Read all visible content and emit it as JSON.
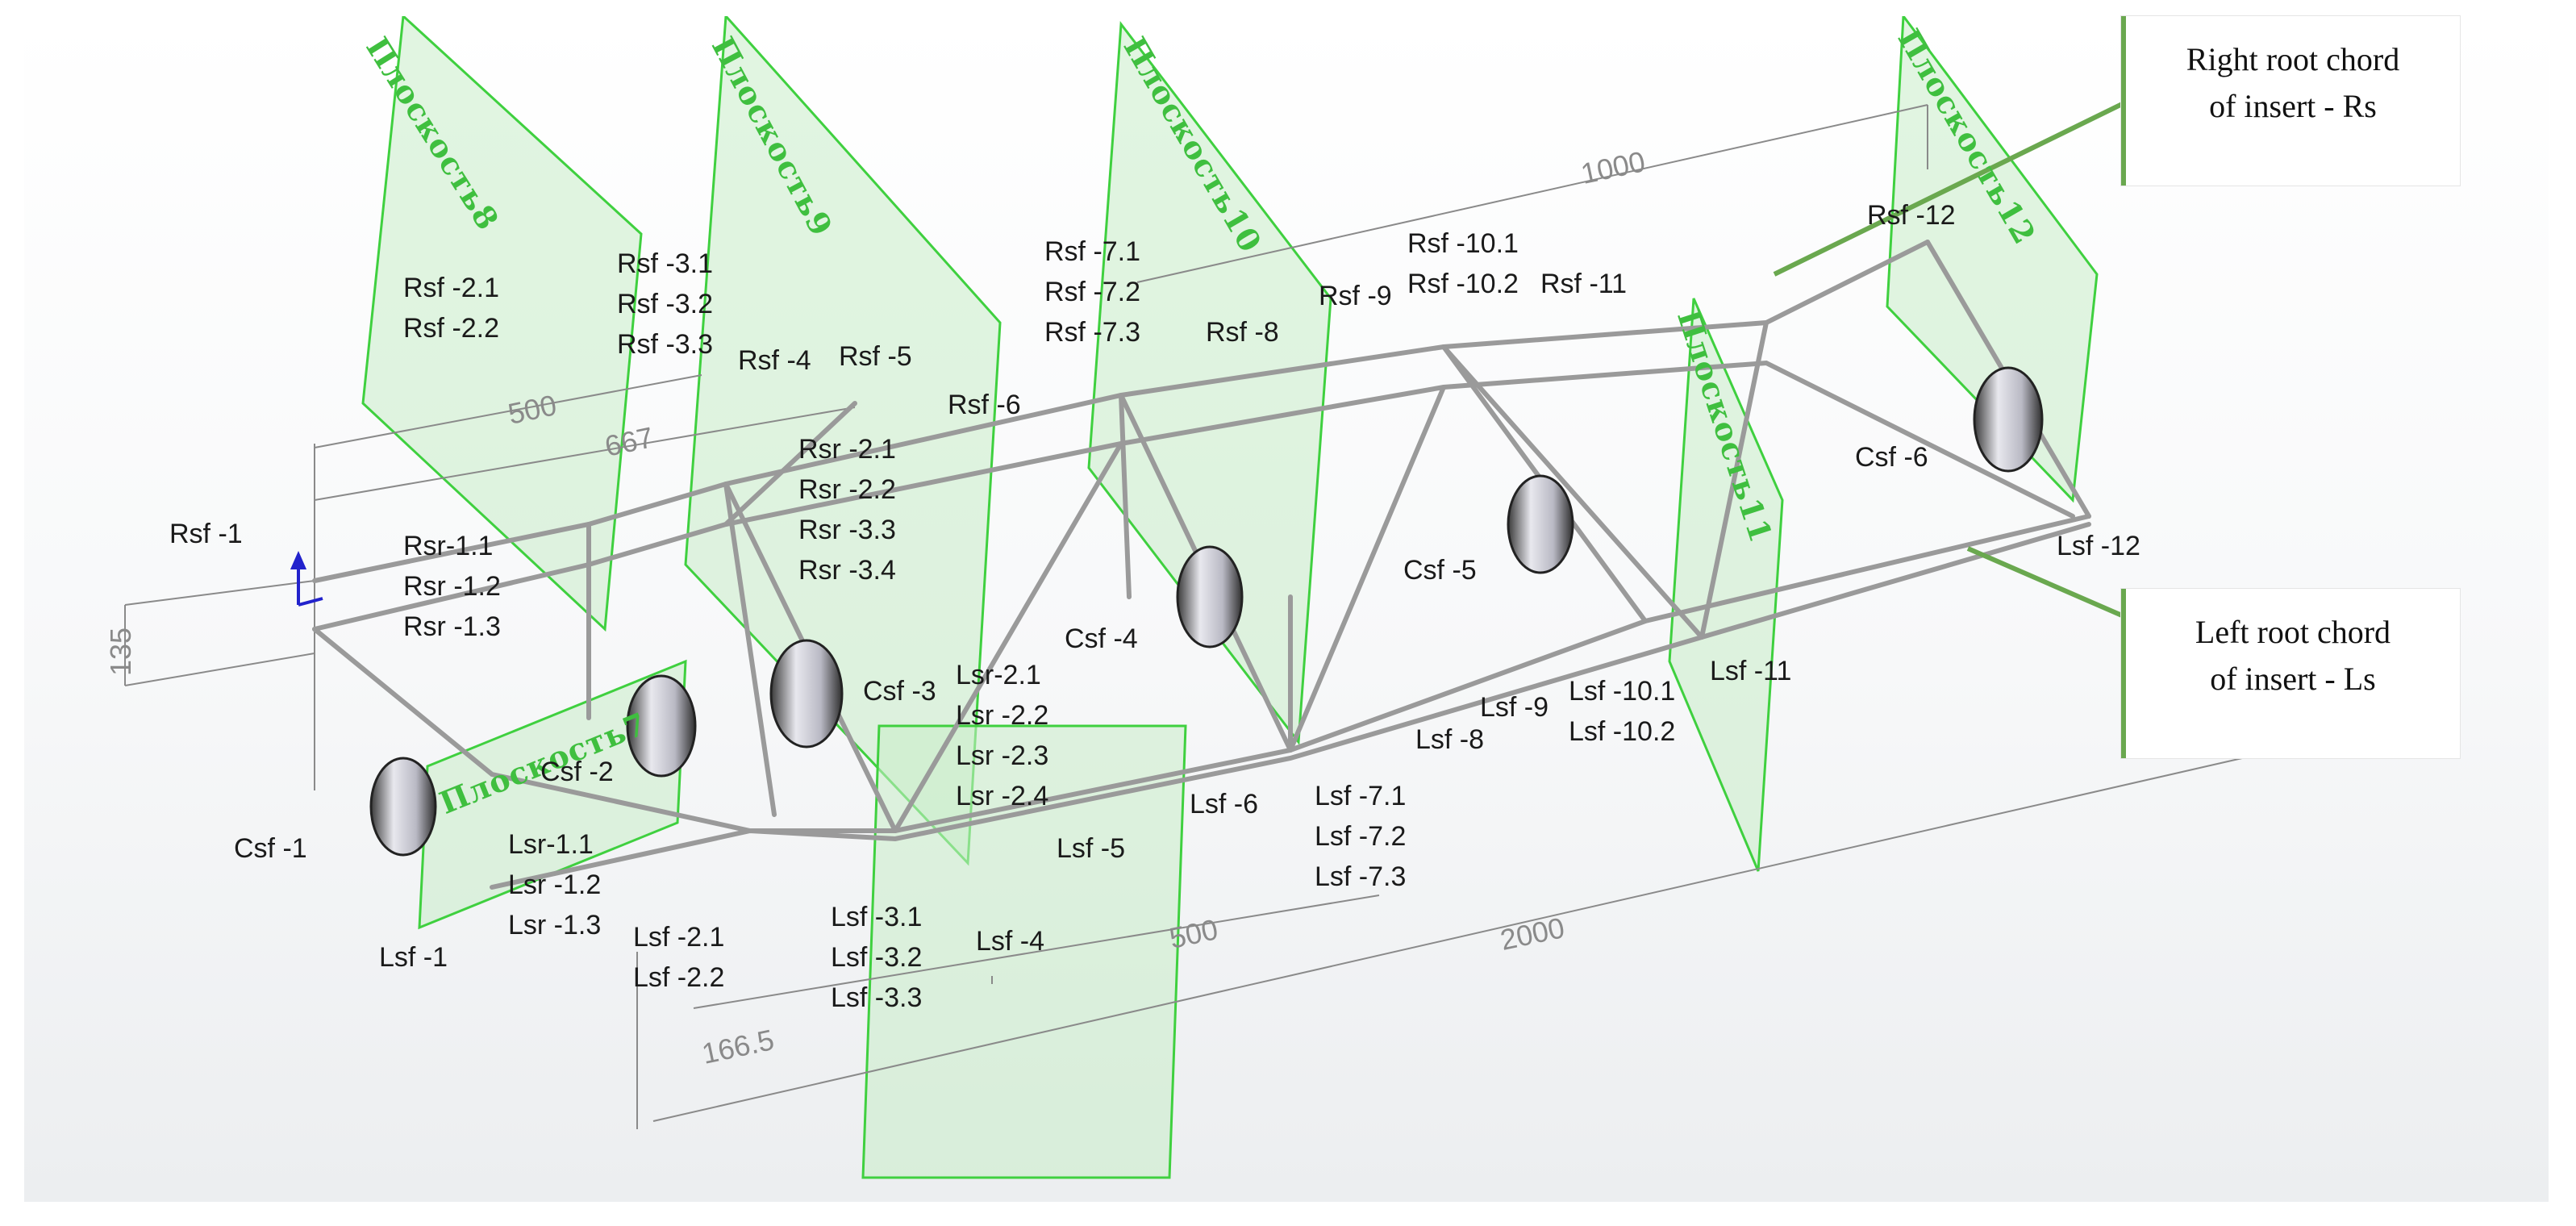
{
  "callouts": {
    "right_line1": "Right root chord",
    "right_line2": "of insert - Rs",
    "left_line1": "Left root chord",
    "left_line2": "of insert - Ls",
    "accent_color": "#6aa84f"
  },
  "plane_labels": [
    "Плоскость8",
    "Плоскость9",
    "Плоскость10",
    "Плоскость11",
    "Плоскость12",
    "Плоскость7"
  ],
  "dimensions": {
    "d1000": "1000",
    "d500_top": "500",
    "d667": "667",
    "d135": "135",
    "d500_bottom": "500",
    "d2000": "2000",
    "d166": "166.5"
  },
  "labels": {
    "rsf_1": "Rsf -1",
    "rsf_2_1": "Rsf -2.1",
    "rsf_2_2": "Rsf -2.2",
    "rsf_3_1": "Rsf -3.1",
    "rsf_3_2": "Rsf -3.2",
    "rsf_3_3": "Rsf -3.3",
    "rsf_4": "Rsf -4",
    "rsf_5": "Rsf -5",
    "rsf_6": "Rsf -6",
    "rsf_7_1": "Rsf -7.1",
    "rsf_7_2": "Rsf -7.2",
    "rsf_7_3": "Rsf -7.3",
    "rsf_8": "Rsf -8",
    "rsf_9": "Rsf -9",
    "rsf_10_1": "Rsf -10.1",
    "rsf_10_2": "Rsf -10.2",
    "rsf_11": "Rsf -11",
    "rsf_12": "Rsf -12",
    "rsr_1_1": "Rsr-1.1",
    "rsr_1_2": "Rsr -1.2",
    "rsr_1_3": "Rsr -1.3",
    "rsr_2_1": "Rsr -2.1",
    "rsr_2_2": "Rsr -2.2",
    "rsr_3_3": "Rsr -3.3",
    "rsr_3_4": "Rsr -3.4",
    "csf_1": "Csf -1",
    "csf_2": "Csf -2",
    "csf_3": "Csf -3",
    "csf_4": "Csf -4",
    "csf_5": "Csf -5",
    "csf_6": "Csf -6",
    "lsr_1_1": "Lsr-1.1",
    "lsr_1_2": "Lsr -1.2",
    "lsr_1_3": "Lsr -1.3",
    "lsr_2_1": "Lsr-2.1",
    "lsr_2_2": "Lsr -2.2",
    "lsr_2_3": "Lsr -2.3",
    "lsr_2_4": "Lsr -2.4",
    "lsf_1": "Lsf -1",
    "lsf_2_1": "Lsf -2.1",
    "lsf_2_2": "Lsf -2.2",
    "lsf_3_1": "Lsf -3.1",
    "lsf_3_2": "Lsf -3.2",
    "lsf_3_3": "Lsf -3.3",
    "lsf_4": "Lsf -4",
    "lsf_5": "Lsf -5",
    "lsf_6": "Lsf -6",
    "lsf_7_1": "Lsf -7.1",
    "lsf_7_2": "Lsf -7.2",
    "lsf_7_3": "Lsf -7.3",
    "lsf_8": "Lsf -8",
    "lsf_9": "Lsf -9",
    "lsf_10_1": "Lsf -10.1",
    "lsf_10_2": "Lsf -10.2",
    "lsf_11": "Lsf -11",
    "lsf_12": "Lsf -12"
  },
  "colors": {
    "plane_fill": "#c9ecc9",
    "plane_stroke": "#3fd03f",
    "truss": "#9a9a9a",
    "dim_line": "#8a8a8a",
    "leader": "#6aa84f",
    "axis": "#2222cc"
  }
}
